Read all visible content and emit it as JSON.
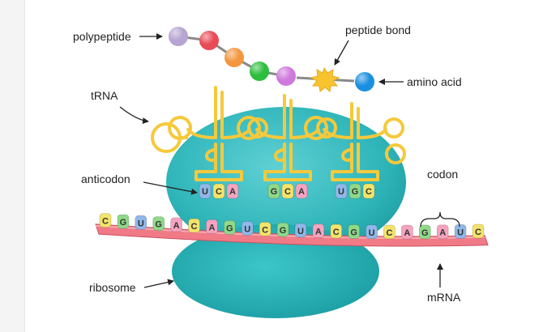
{
  "labels": {
    "polypeptide": "polypeptide",
    "peptide_bond": "peptide bond",
    "amino_acid": "amino acid",
    "trna": "tRNA",
    "anticodon": "anticodon",
    "codon": "codon",
    "ribosome": "ribosome",
    "mrna": "mRNA"
  },
  "anticodons": [
    [
      "U",
      "C",
      "A"
    ],
    [
      "G",
      "C",
      "A"
    ],
    [
      "U",
      "G",
      "C"
    ]
  ],
  "mrna_bases": [
    "C",
    "G",
    "U",
    "G",
    "A",
    "C",
    "A",
    "G",
    "U",
    "C",
    "G",
    "U",
    "A",
    "C",
    "G",
    "U",
    "C",
    "A",
    "G",
    "A",
    "U",
    "C"
  ],
  "base_colors": {
    "A": "#f6a3c0",
    "C": "#f4e36a",
    "G": "#8fd989",
    "U": "#8fb7e8"
  },
  "chain_colors": [
    "#b6a4d2",
    "#e84a56",
    "#f3963f",
    "#2ebd3c",
    "#cf79dd",
    "#1a8fe0"
  ]
}
